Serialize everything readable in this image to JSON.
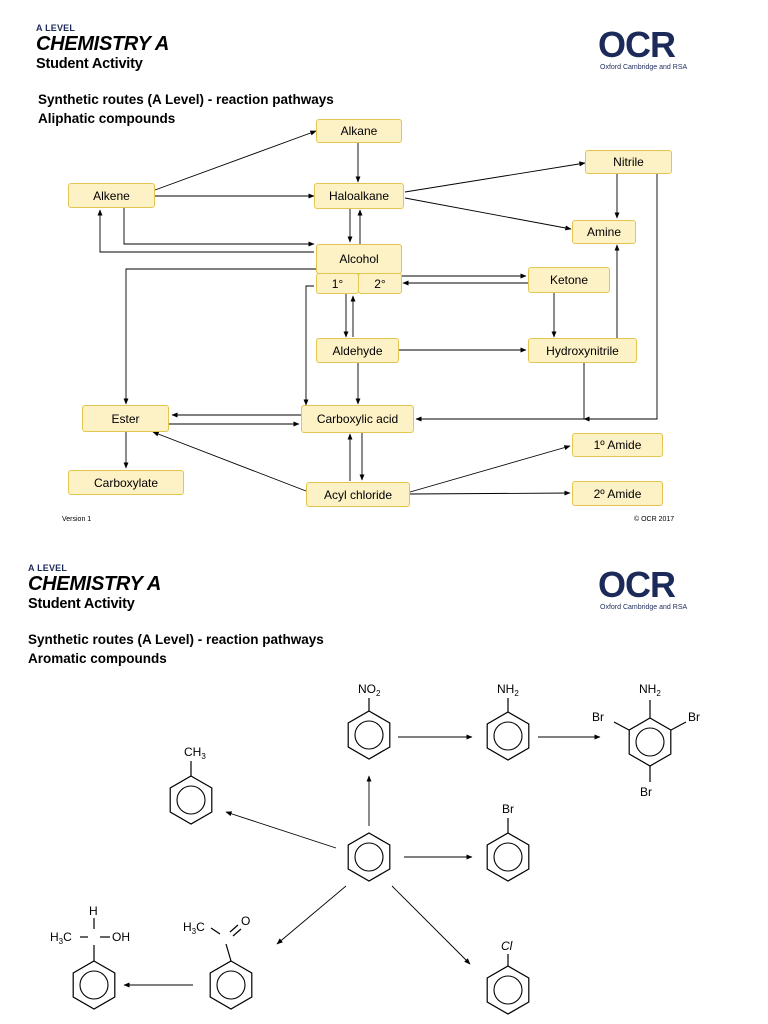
{
  "page1": {
    "kicker": "A LEVEL",
    "subject": "CHEMISTRY A",
    "sheet_type": "Student Activity",
    "heading_line1": "Synthetic routes (A Level) - reaction pathways",
    "heading_line2": "Aliphatic compounds",
    "logo_word": "OCR",
    "logo_subtitle": "Oxford Cambridge and RSA",
    "version": "Version 1",
    "copyright": "© OCR 2017",
    "nodes": {
      "alkane": "Alkane",
      "alkene": "Alkene",
      "haloalkane": "Haloalkane",
      "nitrile": "Nitrile",
      "amine": "Amine",
      "alcohol": "Alcohol",
      "primary": "1°",
      "secondary": "2°",
      "ketone": "Ketone",
      "aldehyde": "Aldehyde",
      "hydroxynitrile": "Hydroxynitrile",
      "ester": "Ester",
      "carboxylic_acid": "Carboxylic acid",
      "amide_1": "1º Amide",
      "carboxylate": "Carboxylate",
      "acyl_chloride": "Acyl chloride",
      "amide_2": "2º Amide"
    }
  },
  "page2": {
    "kicker": "A LEVEL",
    "subject": "CHEMISTRY A",
    "sheet_type": "Student Activity",
    "heading_line1": "Synthetic routes (A Level) - reaction pathways",
    "heading_line2": "Aromatic compounds",
    "logo_word": "OCR",
    "logo_subtitle": "Oxford Cambridge and RSA",
    "labels": {
      "nitro_n": "NO",
      "nitro_sub": "2",
      "amine_n": "NH",
      "amine_sub": "2",
      "tri_n": "NH",
      "tri_sub": "2",
      "br_left": "Br",
      "br_right": "Br",
      "br_bottom": "Br",
      "bromo": "Br",
      "methyl_c": "CH",
      "methyl_sub": "3",
      "chloro": "Cl",
      "ketone_h3c": "H",
      "ketone_sub": "3",
      "ketone_c": "C",
      "ketone_o": "O",
      "alcohol_h": "H",
      "alcohol_h3c": "H",
      "alcohol_sub": "3",
      "alcohol_c": "C",
      "alcohol_oh": "OH"
    }
  },
  "colors": {
    "node_fill": "#fdf1c6",
    "node_border": "#e3c64f",
    "logo_navy": "#1c2a5a"
  }
}
